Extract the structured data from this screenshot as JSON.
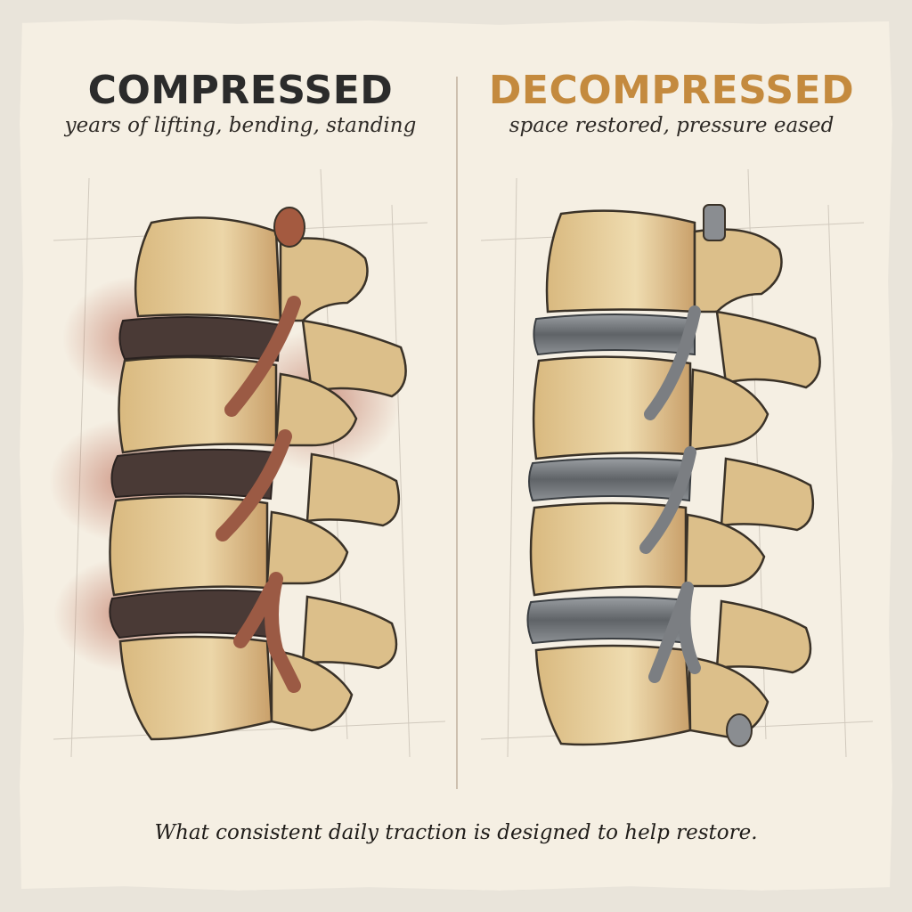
{
  "left_panel": {
    "title": "COMPRESSED",
    "subtitle": "years of lifting, bending, standing"
  },
  "right_panel": {
    "title": "DECOMPRESSED",
    "subtitle": "space restored, pressure eased"
  },
  "caption": "What consistent daily traction is designed to help restore.",
  "colors": {
    "compressed_title": "#2b2b2b",
    "decompressed_title": "#c48a3e",
    "bone": "#e2c896",
    "inflamed_disc": "#4a3a36",
    "inflamed_nerve": "#9b5a44",
    "inflammation_glow": "#b0533c",
    "healthy_disc": "#6f7377",
    "healthy_nerve": "#7b7e82",
    "paper": "#f5efe3"
  },
  "icons": {
    "left": "compressed-spine-illustration",
    "right": "decompressed-spine-illustration"
  }
}
